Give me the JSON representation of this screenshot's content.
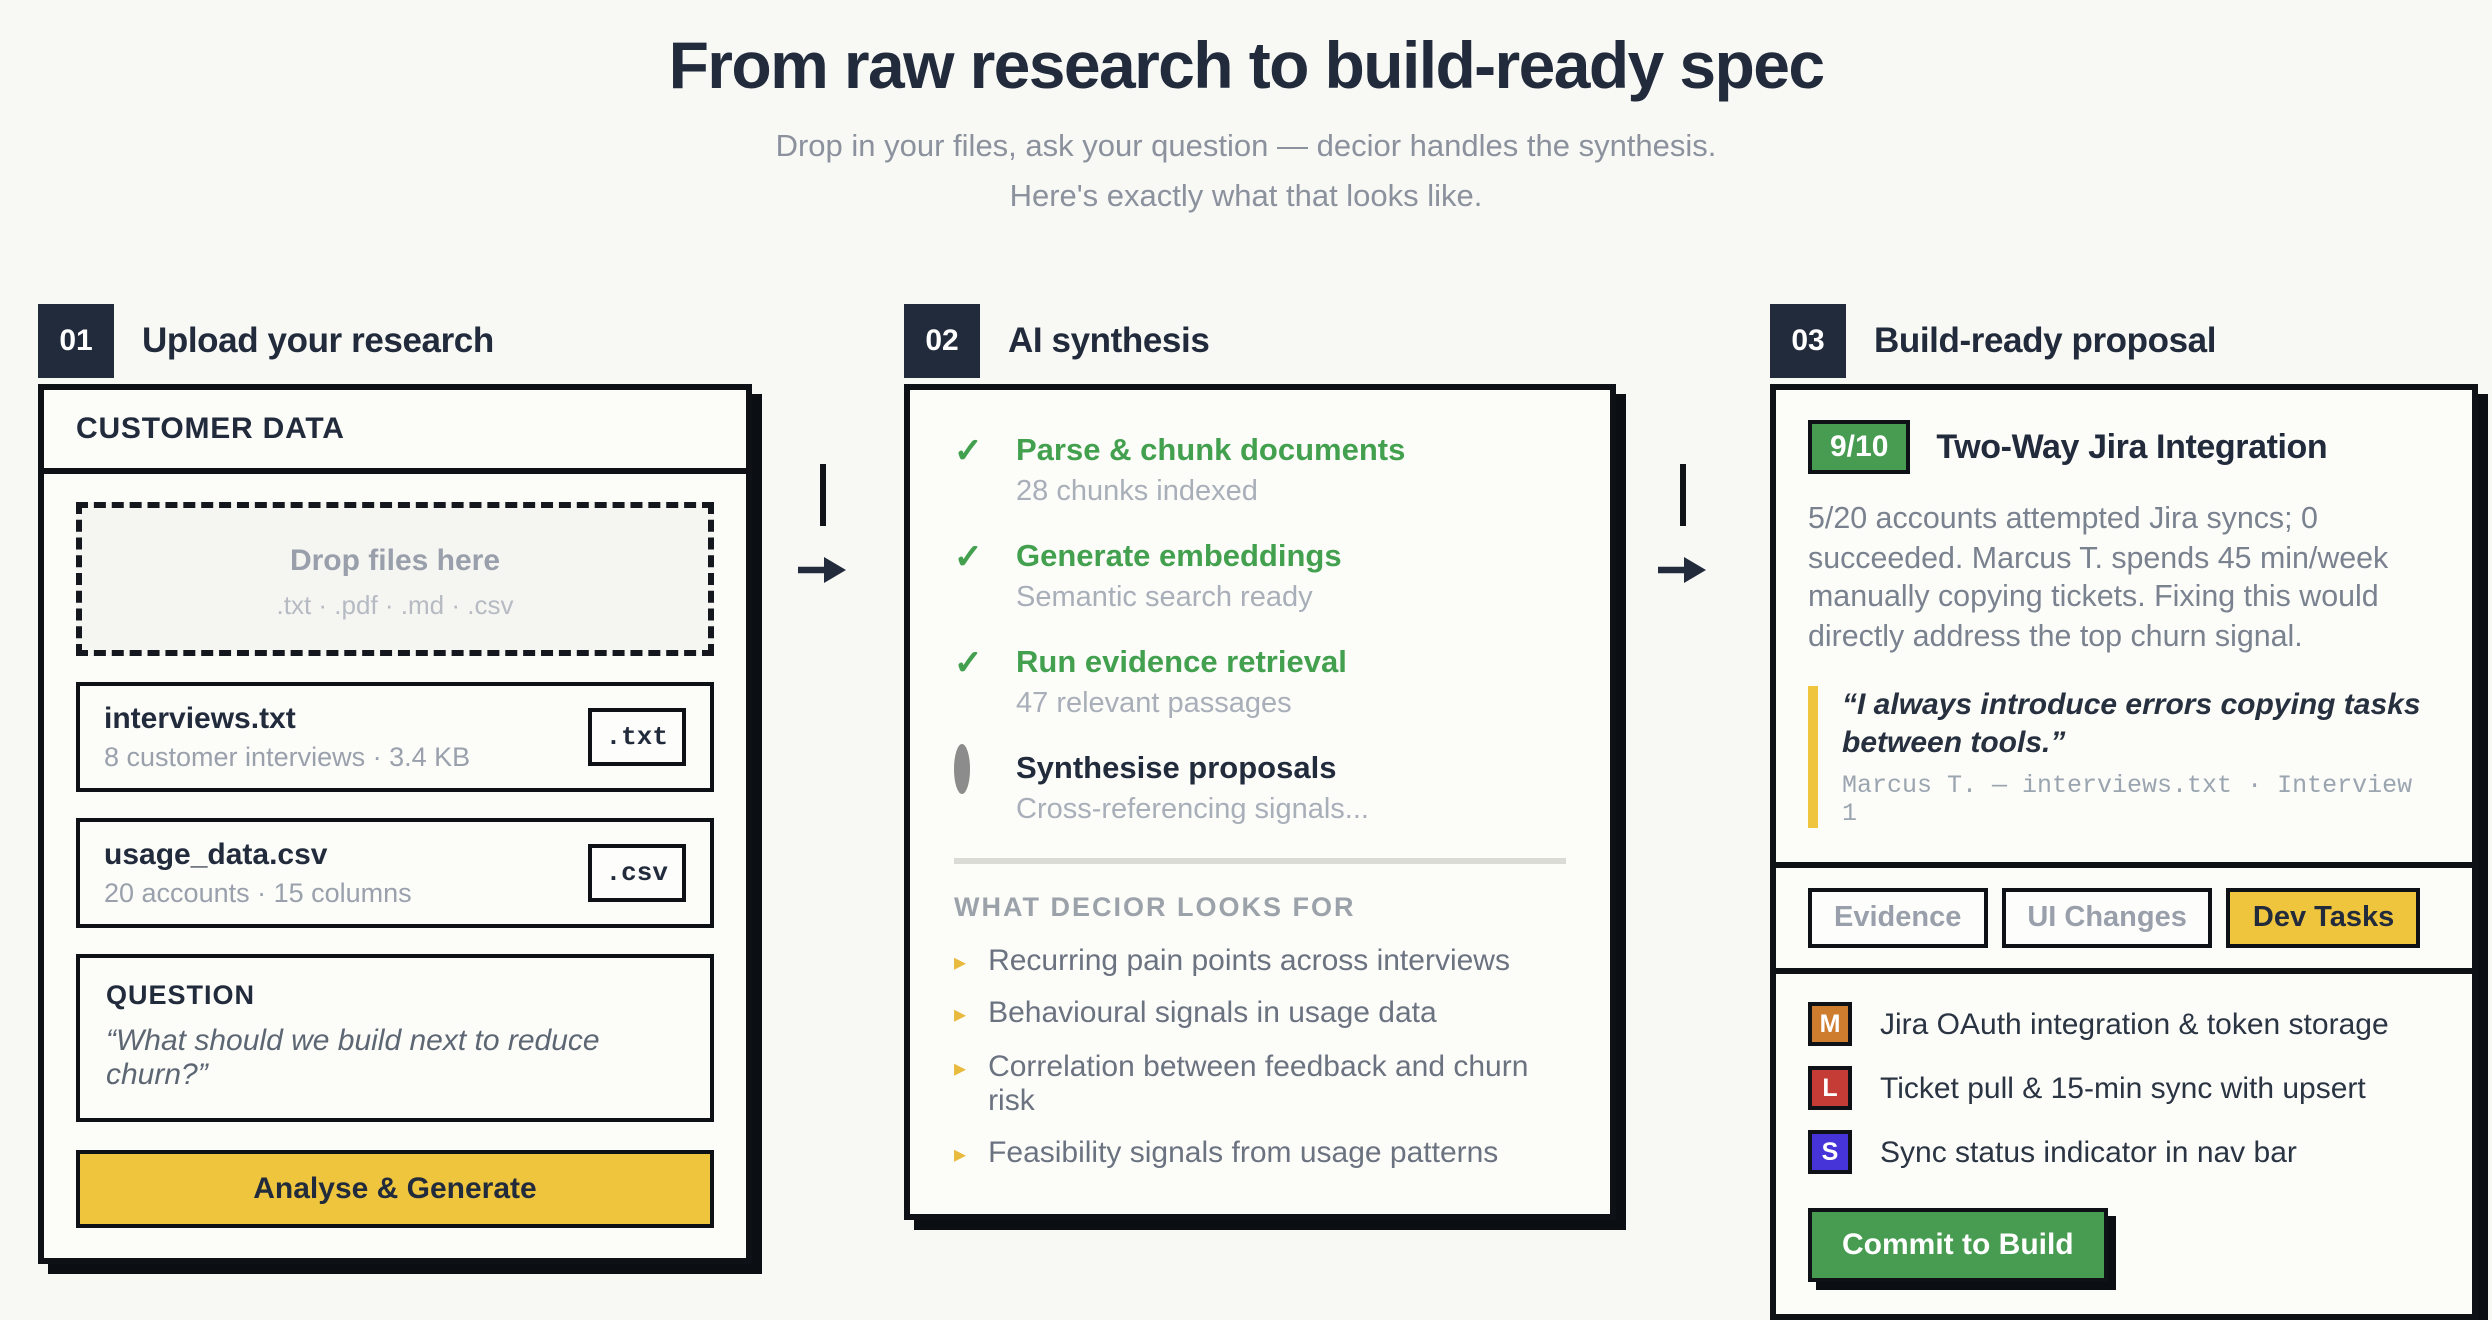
{
  "hero": {
    "title": "From raw research to build-ready spec",
    "subtitle_line1": "Drop in your files, ask your question — decior handles the synthesis.",
    "subtitle_line2": "Here's exactly what that looks like."
  },
  "steps": [
    {
      "number": "01",
      "label": "Upload your research"
    },
    {
      "number": "02",
      "label": "AI synthesis"
    },
    {
      "number": "03",
      "label": "Build-ready proposal"
    }
  ],
  "icons": {
    "check": "✓",
    "bullet": "▸"
  },
  "upload_card": {
    "header": "CUSTOMER DATA",
    "dropzone": {
      "label": "Drop files here",
      "extensions": ".txt · .pdf · .md · .csv"
    },
    "files": [
      {
        "name": "interviews.txt",
        "meta": "8 customer interviews · 3.4 KB",
        "ext": ".txt"
      },
      {
        "name": "usage_data.csv",
        "meta": "20 accounts · 15 columns",
        "ext": ".csv"
      }
    ],
    "question": {
      "label": "QUESTION",
      "text": "“What should we build next to reduce churn?”"
    },
    "analyse_button": "Analyse & Generate"
  },
  "synthesis_card": {
    "steps": [
      {
        "status": "done",
        "title": "Parse & chunk documents",
        "detail": "28 chunks indexed"
      },
      {
        "status": "done",
        "title": "Generate embeddings",
        "detail": "Semantic search ready"
      },
      {
        "status": "done",
        "title": "Run evidence retrieval",
        "detail": "47 relevant passages"
      },
      {
        "status": "pending",
        "title": "Synthesise proposals",
        "detail": "Cross-referencing signals..."
      }
    ],
    "looks_for": {
      "heading": "WHAT DECIOR LOOKS FOR",
      "items": [
        "Recurring pain points across interviews",
        "Behavioural signals in usage data",
        "Correlation between feedback and churn risk",
        "Feasibility signals from usage patterns"
      ]
    }
  },
  "proposal_card": {
    "score": "9/10",
    "title": "Two-Way Jira Integration",
    "description": "5/20 accounts attempted Jira syncs; 0 succeeded. Marcus T. spends 45 min/week manually copying tickets. Fixing this would directly address the top churn signal.",
    "quote": {
      "text": "“I always introduce errors copying tasks between tools.”",
      "attribution": "Marcus T. — interviews.txt · Interview 1"
    },
    "tabs": [
      {
        "label": "Evidence",
        "active": false
      },
      {
        "label": "UI Changes",
        "active": false
      },
      {
        "label": "Dev Tasks",
        "active": true
      }
    ],
    "tasks": [
      {
        "size": "M",
        "label": "Jira OAuth integration & token storage",
        "color": "#CE7D2F"
      },
      {
        "size": "L",
        "label": "Ticket pull & 15-min sync with upsert",
        "color": "#C53B35"
      },
      {
        "size": "S",
        "label": "Sync status indicator in nav bar",
        "color": "#4734D8"
      }
    ],
    "commit_button": "Commit to Build"
  },
  "colors": {
    "background": "#F8F8F5",
    "card_background": "#FCFCF9",
    "border_black": "#0E1116",
    "navy_text": "#222B3C",
    "accent_yellow": "#F0C53E",
    "accent_green": "#479C51",
    "check_green": "#42A04E",
    "muted_gray": "#8B919D",
    "light_gray": "#A9AFB9",
    "badge_orange": "#CE7D2F",
    "badge_red": "#C53B35",
    "badge_indigo": "#4734D8"
  }
}
